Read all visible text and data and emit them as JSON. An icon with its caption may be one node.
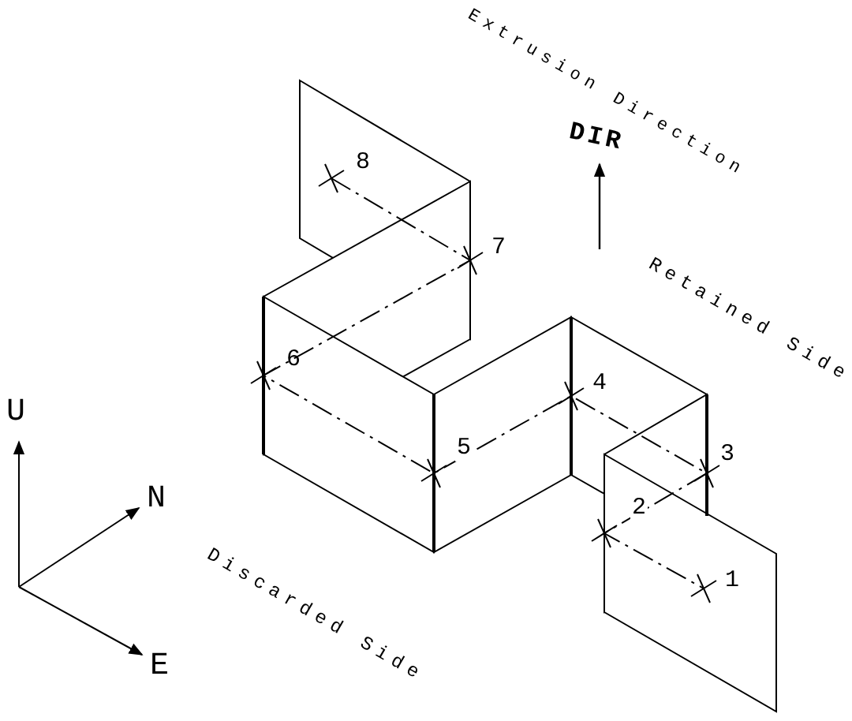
{
  "diagram": {
    "labels": [
      "Extrusion Direction",
      "DIR",
      "8",
      "7",
      "Retained Side",
      "6",
      "4",
      "U",
      "5",
      "3",
      "N",
      "2",
      "1",
      "Discarded Side",
      "E"
    ]
  }
}
